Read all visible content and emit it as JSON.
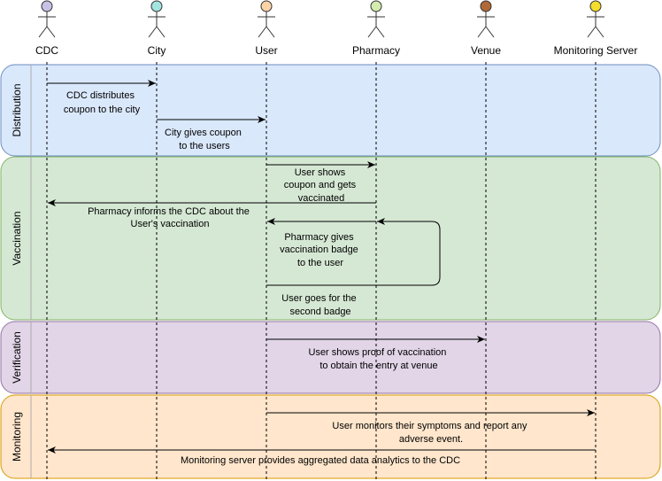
{
  "colors": {
    "lane_stroke": "#ababab",
    "lifeline": "#000000",
    "arrow": "#000000"
  },
  "actors": [
    {
      "id": "cdc",
      "name": "CDC",
      "color": "#c7c3e6"
    },
    {
      "id": "city",
      "name": "City",
      "color": "#a4e4e0"
    },
    {
      "id": "user",
      "name": "User",
      "color": "#fdd3a8"
    },
    {
      "id": "pharmacy",
      "name": "Pharmacy",
      "color": "#d4ecae"
    },
    {
      "id": "venue",
      "name": "Venue",
      "color": "#b06a38"
    },
    {
      "id": "monitor",
      "name": "Monitoring Server",
      "color": "#f5dd2d"
    }
  ],
  "phases": [
    {
      "id": "distribution",
      "name": "Distribution",
      "fill": "#dae8fc",
      "stroke": "#6c8ebf"
    },
    {
      "id": "vaccination",
      "name": "Vaccination",
      "fill": "#d5e8d4",
      "stroke": "#82b366"
    },
    {
      "id": "verification",
      "name": "Verification",
      "fill": "#e1d5e7",
      "stroke": "#9673a6"
    },
    {
      "id": "monitoring",
      "name": "Monitoring",
      "fill": "#ffe6cc",
      "stroke": "#d79b00"
    }
  ],
  "messages": [
    {
      "id": "m1",
      "from": "cdc",
      "to": "city",
      "lines": [
        "CDC distributes",
        "coupon to the city"
      ]
    },
    {
      "id": "m2",
      "from": "city",
      "to": "user",
      "lines": [
        "City gives coupon",
        "to the users"
      ]
    },
    {
      "id": "m3",
      "from": "user",
      "to": "pharmacy",
      "lines": [
        "User shows",
        "coupon and gets",
        "vaccinated"
      ]
    },
    {
      "id": "m4",
      "from": "pharmacy",
      "to": "cdc",
      "lines": [
        "Pharmacy informs the CDC about the",
        "User's vaccination"
      ]
    },
    {
      "id": "m5",
      "from": "pharmacy",
      "to": "user",
      "lines": [
        "Pharmacy gives",
        "vaccination badge",
        "to the user"
      ]
    },
    {
      "id": "m6",
      "from": "user",
      "to": "pharmacy",
      "loop": true,
      "lines": [
        "User goes for the",
        "second badge"
      ]
    },
    {
      "id": "m7",
      "from": "user",
      "to": "venue",
      "lines": [
        "User shows proof of vaccination",
        "to obtain the entry at venue"
      ]
    },
    {
      "id": "m8",
      "from": "user",
      "to": "monitor",
      "lines": [
        "User monitors their symptoms and report any",
        "adverse event."
      ]
    },
    {
      "id": "m9",
      "from": "monitor",
      "to": "cdc",
      "lines": [
        "Monitoring server provides aggregated data analytics to the CDC"
      ]
    }
  ]
}
